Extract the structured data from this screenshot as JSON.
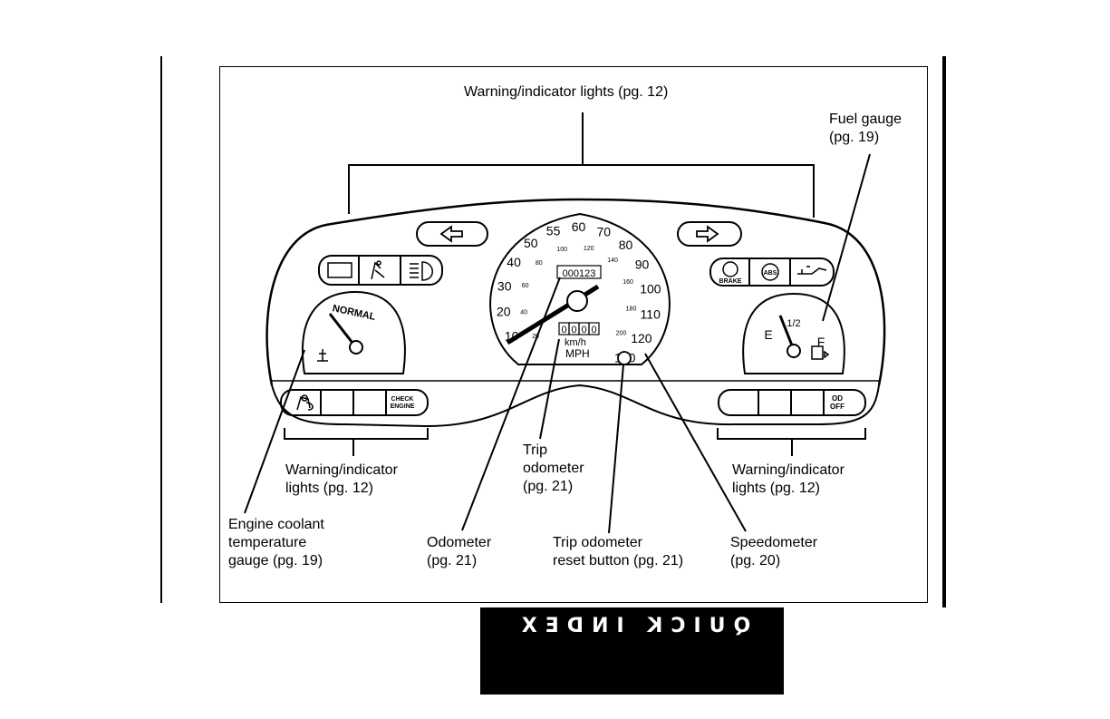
{
  "callouts": {
    "warning_top": "Warning/indicator lights (pg. 12)",
    "fuel_gauge": "Fuel gauge\n(pg. 19)",
    "warning_left": "Warning/indicator\nlights (pg. 12)",
    "warning_right": "Warning/indicator\nlights (pg. 12)",
    "trip_odometer": "Trip\nodometer\n(pg. 21)",
    "engine_coolant": "Engine coolant\ntemperature\ngauge (pg. 19)",
    "odometer": "Odometer\n(pg. 21)",
    "trip_reset": "Trip odometer\nreset button (pg. 21)",
    "speedometer": "Speedometer\n(pg. 20)"
  },
  "cluster": {
    "mph_ticks": [
      "10",
      "20",
      "30",
      "40",
      "50",
      "55",
      "60",
      "70",
      "80",
      "90",
      "100",
      "110",
      "120",
      "130"
    ],
    "kmh_ticks": [
      "20",
      "40",
      "60",
      "80",
      "100",
      "120",
      "140",
      "160",
      "180",
      "200"
    ],
    "odometer_value": "000123",
    "trip_digits": [
      "0",
      "0",
      "0",
      "0"
    ],
    "unit_kmh": "km/h",
    "unit_mph": "MPH",
    "temp_label": "NORMAL",
    "fuel_empty": "E",
    "fuel_half": "1/2",
    "fuel_full": "F",
    "check_engine": "CHECK\nENGINE",
    "od_off": "OD\nOFF",
    "brake": "BRAKE",
    "abs": "ABS"
  },
  "side_tab": "QUICK INDEX"
}
